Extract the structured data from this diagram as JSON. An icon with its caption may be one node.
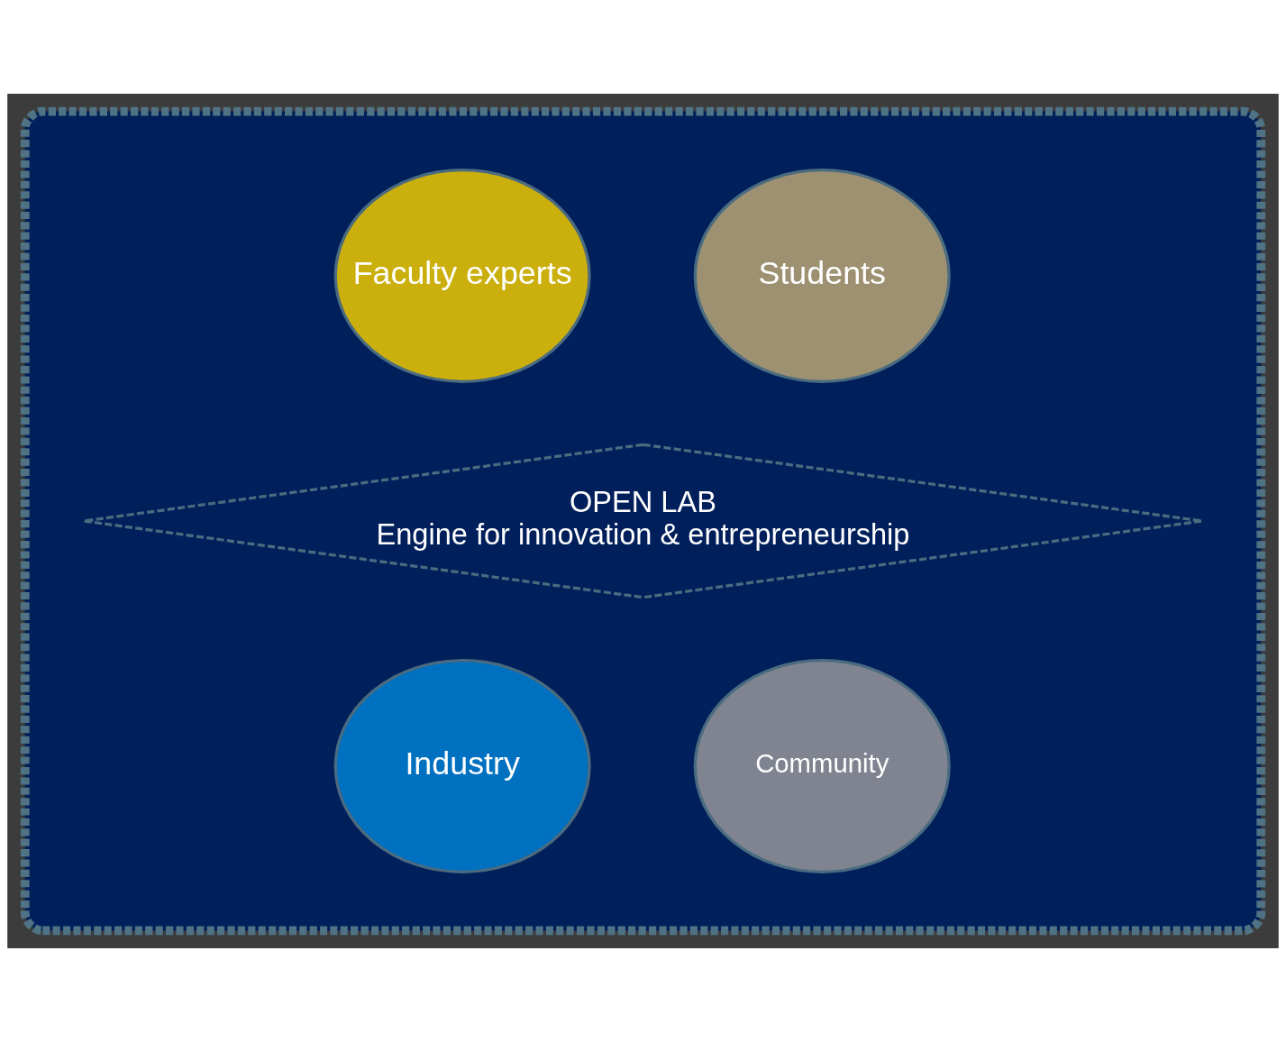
{
  "diagram": {
    "nodes": [
      {
        "text": [],
        "shape": "ellipse"
      },
      {
        "text": [
          "Faculty experts"
        ],
        "in": 0
      },
      {
        "text": [
          "Students"
        ],
        "in": 0
      },
      {
        "text": [
          "OPEN LAB",
          "Engine for innovation & entrepreneurship"
        ],
        "in": 0
      },
      {
        "text": [
          "Industry"
        ],
        "in": 0
      },
      {
        "text": [
          "Community"
        ],
        "in": 0
      }
    ],
    "edges": []
  }
}
